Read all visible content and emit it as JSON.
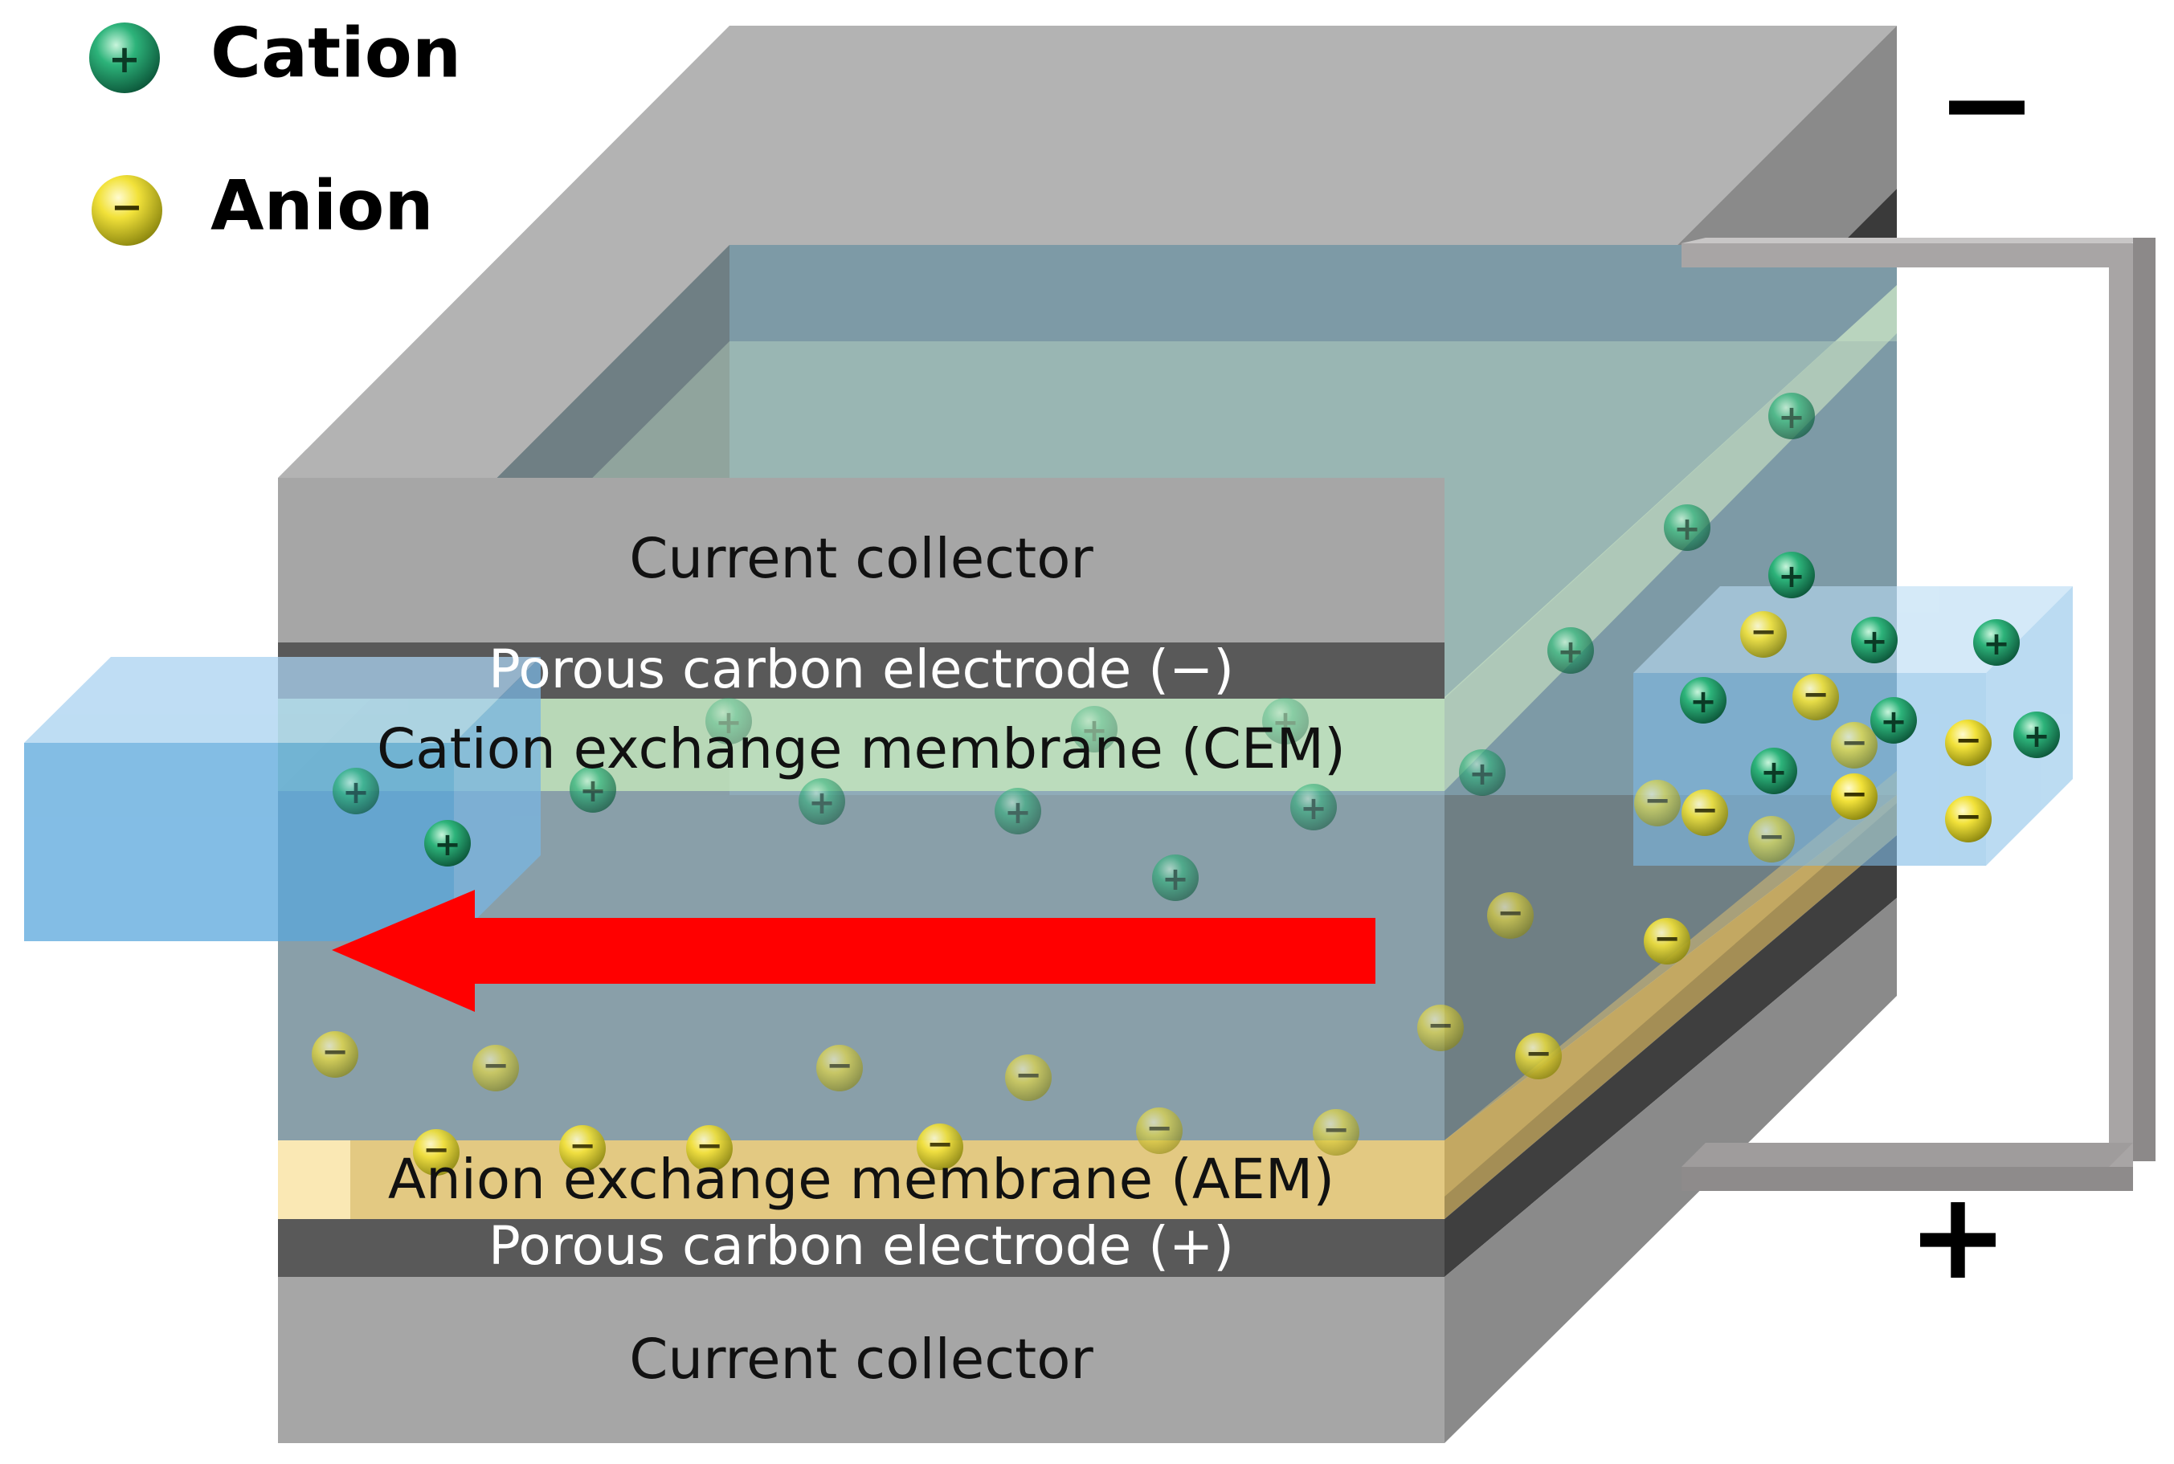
{
  "legend": {
    "cation_label": "Cation",
    "anion_label": "Anion",
    "cation_symbol": "+",
    "anion_symbol": "−"
  },
  "layers": {
    "top_collector": "Current collector",
    "electrode_negative": "Porous carbon electrode (−)",
    "cem": "Cation exchange membrane (CEM)",
    "aem": "Anion exchange membrane (AEM)",
    "electrode_positive": "Porous carbon electrode (+)",
    "bottom_collector": "Current collector"
  },
  "terminals": {
    "negative": "−",
    "positive": "+"
  },
  "colors": {
    "cation": "#2db37a",
    "anion": "#f2e23a",
    "water": "#5aa7dc",
    "arrow": "#ff0000",
    "collector": "#a6a6a6",
    "electrode": "#595959",
    "cem": "#c5e8c0",
    "aem": "#e8cf80"
  }
}
